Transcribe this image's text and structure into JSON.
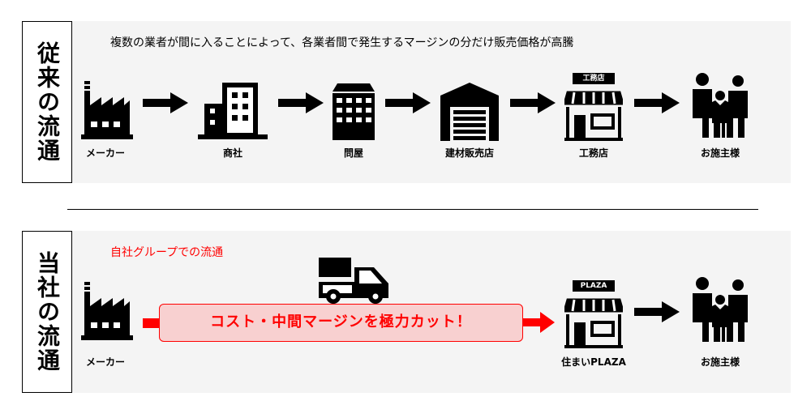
{
  "traditional": {
    "title": "従来の流通",
    "description": "複数の業者が間に入ることによって、各業者間で発生するマージンの分だけ販売価格が高騰",
    "steps": [
      "メーカー",
      "商社",
      "問屋",
      "建材販売店",
      "工務店",
      "お施主様"
    ],
    "shop_sign": "工務店"
  },
  "ours": {
    "title": "当社の流通",
    "subtitle": "自社グループでの流通",
    "banner": "コスト・中間マージンを極力カット！",
    "steps": [
      "メーカー",
      "住まいPLAZA",
      "お施主様"
    ],
    "shop_sign": "PLAZA"
  },
  "colors": {
    "accent": "#ff0000",
    "banner_bg": "#f8d0d0",
    "panel": "#f4f4f4"
  }
}
